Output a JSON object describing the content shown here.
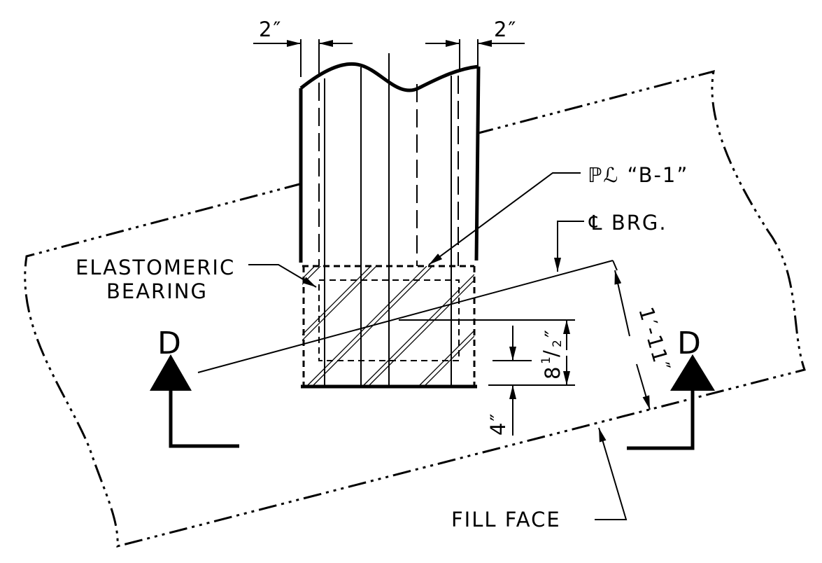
{
  "labels": {
    "dim_left_gap": "2″",
    "dim_right_gap": "2″",
    "plate": "ℙℒ “B-1”",
    "cl_bearing": "℄ BRG.",
    "elastomeric_1": "ELASTOMERIC",
    "elastomeric_2": "BEARING",
    "dim_8_whole": "8",
    "dim_8_num": "1",
    "dim_8_den": "2",
    "dim_8_inch": "″",
    "dim_4": "4″",
    "dim_1_11": "1′-11″",
    "section_left": "D",
    "section_right": "D",
    "fill_face": "FILL FACE"
  }
}
